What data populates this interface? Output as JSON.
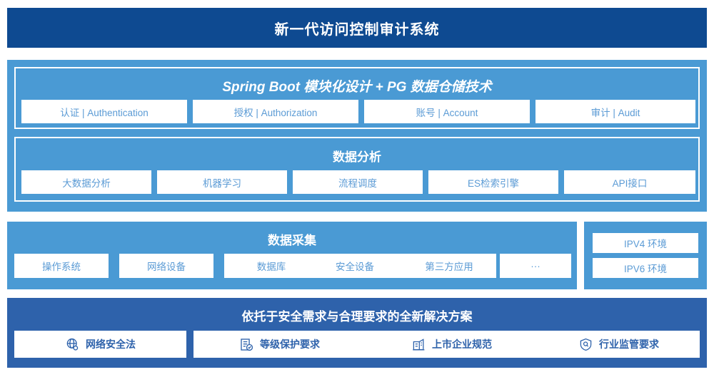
{
  "header": {
    "title": "新一代访问控制审计系统"
  },
  "sections": {
    "spring": {
      "title": "Spring Boot 模块化设计 + PG 数据仓储技术",
      "cards": [
        "认证 | Authentication",
        "授权 | Authorization",
        "账号 | Account",
        "审计 | Audit"
      ]
    },
    "data_analysis": {
      "title": "数据分析",
      "cards": [
        "大数据分析",
        "机器学习",
        "流程调度",
        "ES检索引擎",
        "API接口"
      ]
    },
    "data_collection": {
      "title": "数据采集",
      "cards": [
        "操作系统",
        "网络设备",
        "数据库",
        "安全设备",
        "第三方应用",
        "···"
      ]
    },
    "environment": {
      "cards": [
        "IPV4 环境",
        "IPV6 环境"
      ]
    },
    "solution": {
      "title": "依托于安全需求与合理要求的全新解决方案",
      "cards": [
        {
          "icon": "globe-icon",
          "label": "网络安全法"
        },
        {
          "icon": "document-check-icon",
          "label": "等级保护要求"
        },
        {
          "icon": "building-icon",
          "label": "上市企业规范"
        },
        {
          "icon": "shield-search-icon",
          "label": "行业监管要求"
        }
      ]
    }
  },
  "colors": {
    "header_navy": "#0e4a91",
    "block_blue": "#4a9ad4",
    "block_dark_blue": "#2e62ab",
    "card_text_blue": "#5b9bd5",
    "card_text_dark": "#2e62ab",
    "card_white": "#ffffff"
  }
}
